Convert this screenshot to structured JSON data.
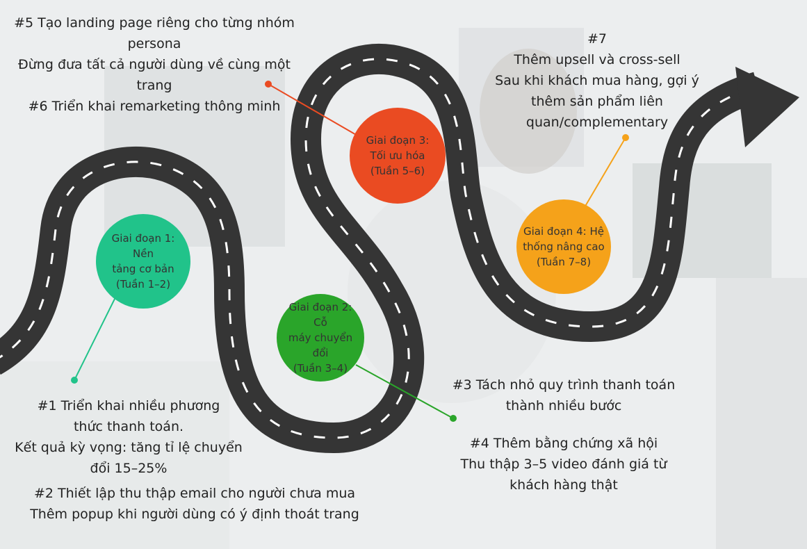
{
  "stages": [
    {
      "lines": [
        "Giai đoạn 1: Nền",
        "tảng cơ bản",
        "(Tuần 1–2)"
      ],
      "color": "#21c38a"
    },
    {
      "lines": [
        "Giai đoạn 2: Cỗ",
        "máy chuyển đổi",
        "(Tuần 3–4)"
      ],
      "color": "#2aa52a"
    },
    {
      "lines": [
        "Giai đoạn 3:",
        "Tối ưu hóa",
        "(Tuần 5–6)"
      ],
      "color": "#ea4b22"
    },
    {
      "lines": [
        "Giai đoạn 4: Hệ",
        "thống nâng cao",
        "(Tuần 7–8)"
      ],
      "color": "#f5a21a"
    }
  ],
  "notes": {
    "top_left": [
      "#5 Tạo landing page riêng cho từng nhóm",
      "persona",
      "Đừng đưa tất cả người dùng về cùng một",
      "trang",
      "#6 Triển khai remarketing thông minh"
    ],
    "top_right": [
      "#7",
      "Thêm upsell và cross-sell",
      "Sau khi khách mua hàng, gợi ý",
      "thêm sản phẩm liên",
      "quan/complementary"
    ],
    "bottom_left_a": [
      "#1 Triển khai nhiều phương",
      "thức thanh toán.",
      "Kết quả kỳ vọng: tăng tỉ lệ chuyển",
      "đổi 15–25%"
    ],
    "bottom_left_b": [
      "#2 Thiết lập thu thập email cho người chưa mua",
      "Thêm popup khi người dùng có ý định thoát trang"
    ],
    "bottom_right": [
      "#3 Tách nhỏ quy trình thanh toán",
      "thành nhiều bước",
      "",
      "#4 Thêm bằng chứng xã hội",
      "Thu thập 3–5 video đánh giá từ",
      "khách hàng thật"
    ]
  },
  "colors": {
    "road": "#353535",
    "dash": "#ffffff",
    "stage1": "#21c38a",
    "stage2": "#2aa52a",
    "stage3": "#ea4b22",
    "stage4": "#f5a21a"
  }
}
